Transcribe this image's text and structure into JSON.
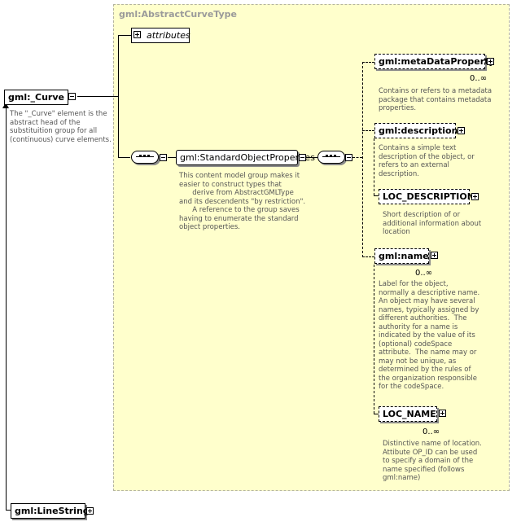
{
  "type_title": "gml:AbstractCurveType",
  "curve": {
    "name": "gml:_Curve",
    "doc": "The \"_Curve\" element is the\nabstract head of the\nsubstituition group for all\n(continuous) curve elements."
  },
  "linestring": {
    "name": "gml:LineString"
  },
  "attributes": {
    "label": "attributes"
  },
  "group": {
    "name": "gml:StandardObjectProperties",
    "doc": "This content model group makes it\neasier to construct types that\n      derive from AbstractGMLType\nand its descendents \"by restriction\".\n      A reference to the group saves\nhaving to enumerate the standard\nobject properties."
  },
  "children": [
    {
      "name": "gml:metaDataProperty",
      "cardinality": "0..∞",
      "doc": "Contains or refers to a metadata\npackage that contains metadata\nproperties."
    },
    {
      "name": "gml:description",
      "cardinality": "",
      "doc": "Contains a simple text\ndescription of the object, or\nrefers to an external\ndescription."
    },
    {
      "name": "LOC_DESCRIPTION",
      "cardinality": "",
      "doc": "Short description of or\nadditional information about\nlocation"
    },
    {
      "name": "gml:name",
      "cardinality": "0..∞",
      "doc": "Label for the object,\nnormally a descriptive name.\nAn object may have several\nnames, typically assigned by\ndifferent authorities.  The\nauthority for a name is\nindicated by the value of its\n(optional) codeSpace\nattribute.  The name may or\nmay not be unique, as\ndetermined by the rules of\nthe organization responsible\nfor the codeSpace."
    },
    {
      "name": "LOC_NAME",
      "cardinality": "0..∞",
      "doc": "Distinctive name of location.\nAttibute OP_ID can be used\nto specify a domain of the\nname specified (follows\ngml:name)"
    }
  ]
}
